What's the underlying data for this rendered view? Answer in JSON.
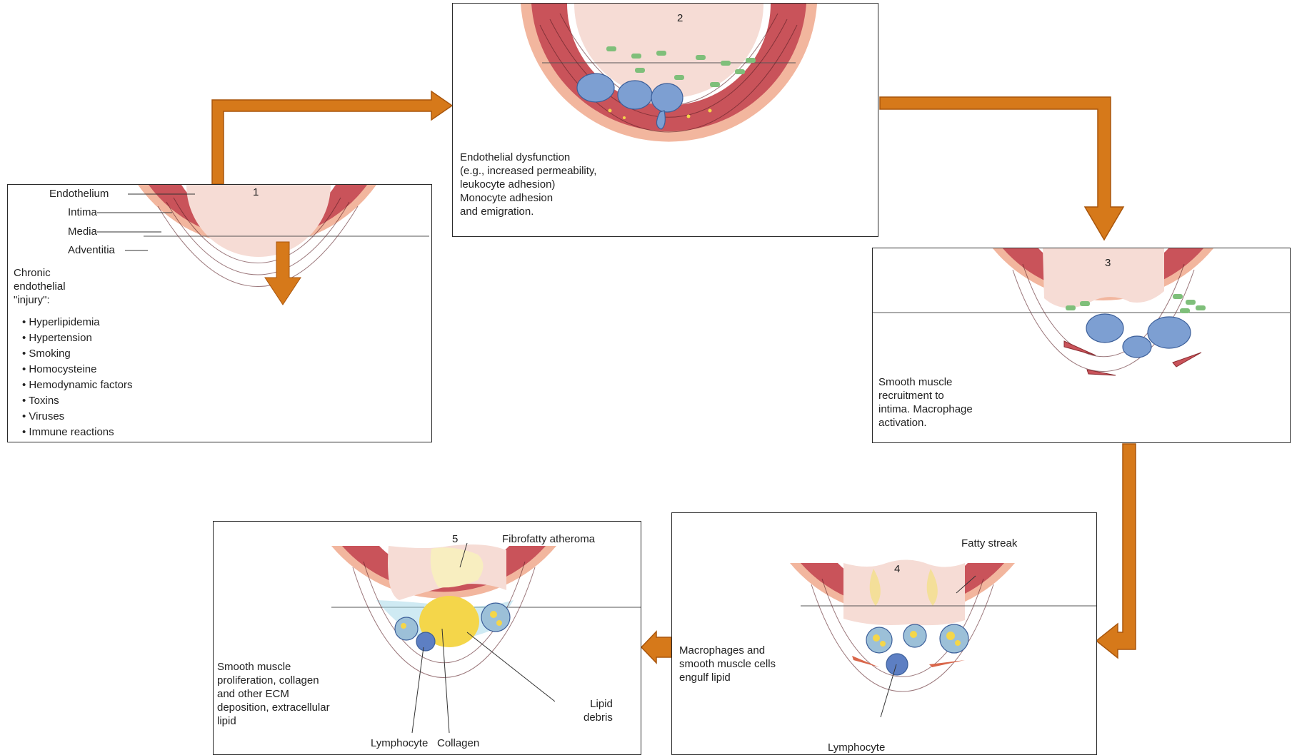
{
  "colors": {
    "arrow": "#d6791a",
    "arrow_edge": "#a9560d",
    "media": "#c9535a",
    "adventitia": "#f2b69e",
    "lumen": "#f6dcd5",
    "monocyte": "#7d9fd2",
    "lipid": "#f4d64a"
  },
  "panel1": {
    "number": "1",
    "layers": [
      "Endothelium",
      "Intima",
      "Media",
      "Adventitia"
    ],
    "caption": "Chronic\nendothelial\n\"injury\":",
    "factors": [
      "• Hyperlipidemia",
      "• Hypertension",
      "• Smoking",
      "• Homocysteine",
      "• Hemodynamic factors",
      "• Toxins",
      "• Viruses",
      "• Immune reactions"
    ]
  },
  "panel2": {
    "number": "2",
    "caption": "Endothelial dysfunction\n(e.g., increased permeability,\nleukocyte adhesion)\nMonocyte adhesion\nand emigration."
  },
  "panel3": {
    "number": "3",
    "caption": "Smooth muscle\nrecruitment to\nintima.  Macrophage\nactivation."
  },
  "panel4": {
    "number": "4",
    "label_top": "Fatty streak",
    "caption": "Macrophages and\nsmooth muscle cells\nengulf lipid",
    "label_bottom": "Lymphocyte"
  },
  "panel5": {
    "number": "5",
    "label_top": "Fibrofatty atheroma",
    "caption": "Smooth muscle\nproliferation, collagen\nand other ECM\ndeposition, extracellular\nlipid",
    "label_lymphocyte": "Lymphocyte",
    "label_collagen": "Collagen",
    "label_lipid": "Lipid\ndebris"
  }
}
